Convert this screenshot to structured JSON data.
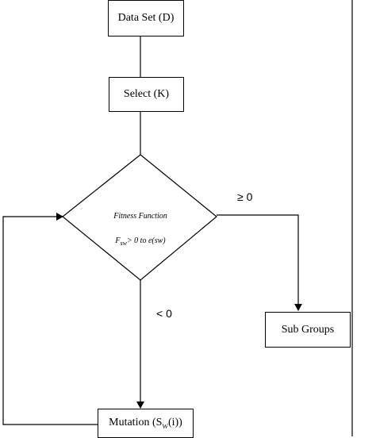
{
  "nodes": {
    "dataset": "Data Set (D)",
    "select": "Select (K)",
    "fitness_title": "Fitness Function",
    "fitness_formula_prefix": "F",
    "fitness_formula_sub": "sw",
    "fitness_formula_suffix": "> 0 to e(sw)",
    "subgroups": "Sub Groups",
    "mutation_prefix": "Mutation (S",
    "mutation_sub": "W",
    "mutation_suffix": "(i))"
  },
  "edges": {
    "geq_label": "≥ 0",
    "lt_label": "< 0"
  }
}
